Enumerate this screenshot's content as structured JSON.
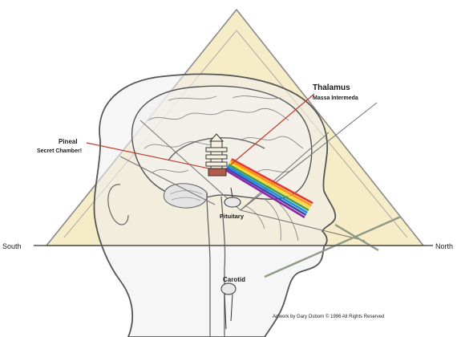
{
  "labels": {
    "thalamus": "Thalamus",
    "massa": "Massa Intermeda",
    "pineal": "Pineal",
    "secret": "Secret Chamber!",
    "pituitary": "Pituitary",
    "carotid": "Carotid",
    "south": "South",
    "north": "North",
    "credit": "Artwork by Gary Osborn © 1996 All Rights Reserved"
  },
  "colors": {
    "pyramid_fill": "#f6ecc8",
    "pyramid_stroke": "#8a8a8a",
    "line": "#666666",
    "red_line": "#c0392b",
    "spectrum": [
      "#e53935",
      "#ff9800",
      "#fdd835",
      "#43a047",
      "#1e88e5",
      "#3949ab",
      "#8e24aa"
    ]
  }
}
